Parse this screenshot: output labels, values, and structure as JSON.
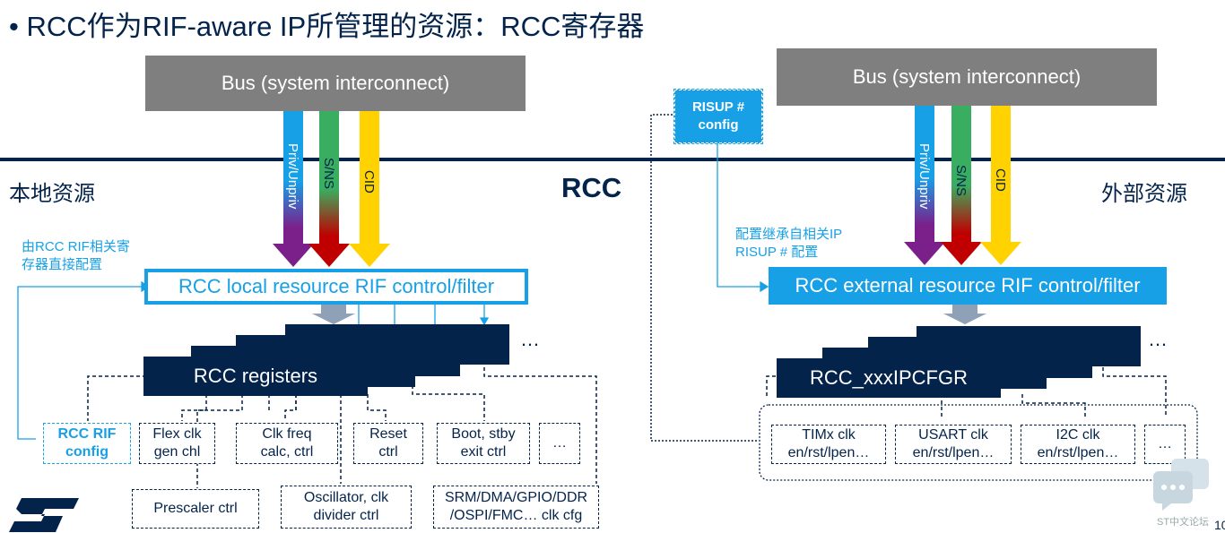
{
  "title": "• RCC作为RIF-aware IP所管理的资源：RCC寄存器",
  "left": {
    "bus_label": "Bus (system interconnect)",
    "side_label": "本地资源",
    "arrows": [
      "Priv/Unpriv",
      "S/NS",
      "CID"
    ],
    "note_lines": [
      "由RCC RIF相关寄",
      "存器直接配置"
    ],
    "filter_label": "RCC local resource RIF control/filter",
    "registers_label": "RCC registers",
    "ellipsis": "…",
    "boxes_row1": [
      {
        "lines": [
          "RCC RIF",
          "config"
        ],
        "highlight": true
      },
      {
        "lines": [
          "Flex clk",
          "gen chl"
        ]
      },
      {
        "lines": [
          "Clk freq",
          "calc, ctrl"
        ]
      },
      {
        "lines": [
          "Reset",
          "ctrl"
        ]
      },
      {
        "lines": [
          "Boot, stby",
          "exit ctrl"
        ]
      },
      {
        "lines": [
          "…"
        ]
      }
    ],
    "boxes_row2": [
      {
        "lines": [
          "Prescaler ctrl"
        ]
      },
      {
        "lines": [
          "Oscillator, clk",
          "divider ctrl"
        ]
      },
      {
        "lines": [
          "SRM/DMA/GPIO/DDR",
          "/OSPI/FMC… clk cfg"
        ]
      }
    ]
  },
  "center_label": "RCC",
  "right": {
    "bus_label": "Bus (system interconnect)",
    "side_label": "外部资源",
    "arrows": [
      "Priv/Unpriv",
      "S/NS",
      "CID"
    ],
    "risup_lines": [
      "RISUP #",
      "config"
    ],
    "note_lines": [
      "配置继承自相关IP",
      "RISUP # 配置"
    ],
    "filter_label": "RCC external resource RIF control/filter",
    "registers_label": "RCC_xxxIPCFGR",
    "ellipsis": "…",
    "boxes": [
      {
        "lines": [
          "TIMx clk",
          "en/rst/lpen…"
        ]
      },
      {
        "lines": [
          "USART clk",
          "en/rst/lpen…"
        ]
      },
      {
        "lines": [
          "I2C clk",
          "en/rst/lpen…"
        ]
      },
      {
        "lines": [
          "…"
        ]
      }
    ]
  },
  "watermark": "ST中文论坛",
  "page_number": "10",
  "colors": {
    "st_dark_blue": "#03234b",
    "st_light_blue": "#17a0e6",
    "bus_gray": "#7f7f7f",
    "priv_top": "#17a0e6",
    "priv_bottom": "#7b1f8a",
    "sns_top": "#3aae60",
    "sns_bottom": "#c00000",
    "cid": "#ffd200"
  }
}
